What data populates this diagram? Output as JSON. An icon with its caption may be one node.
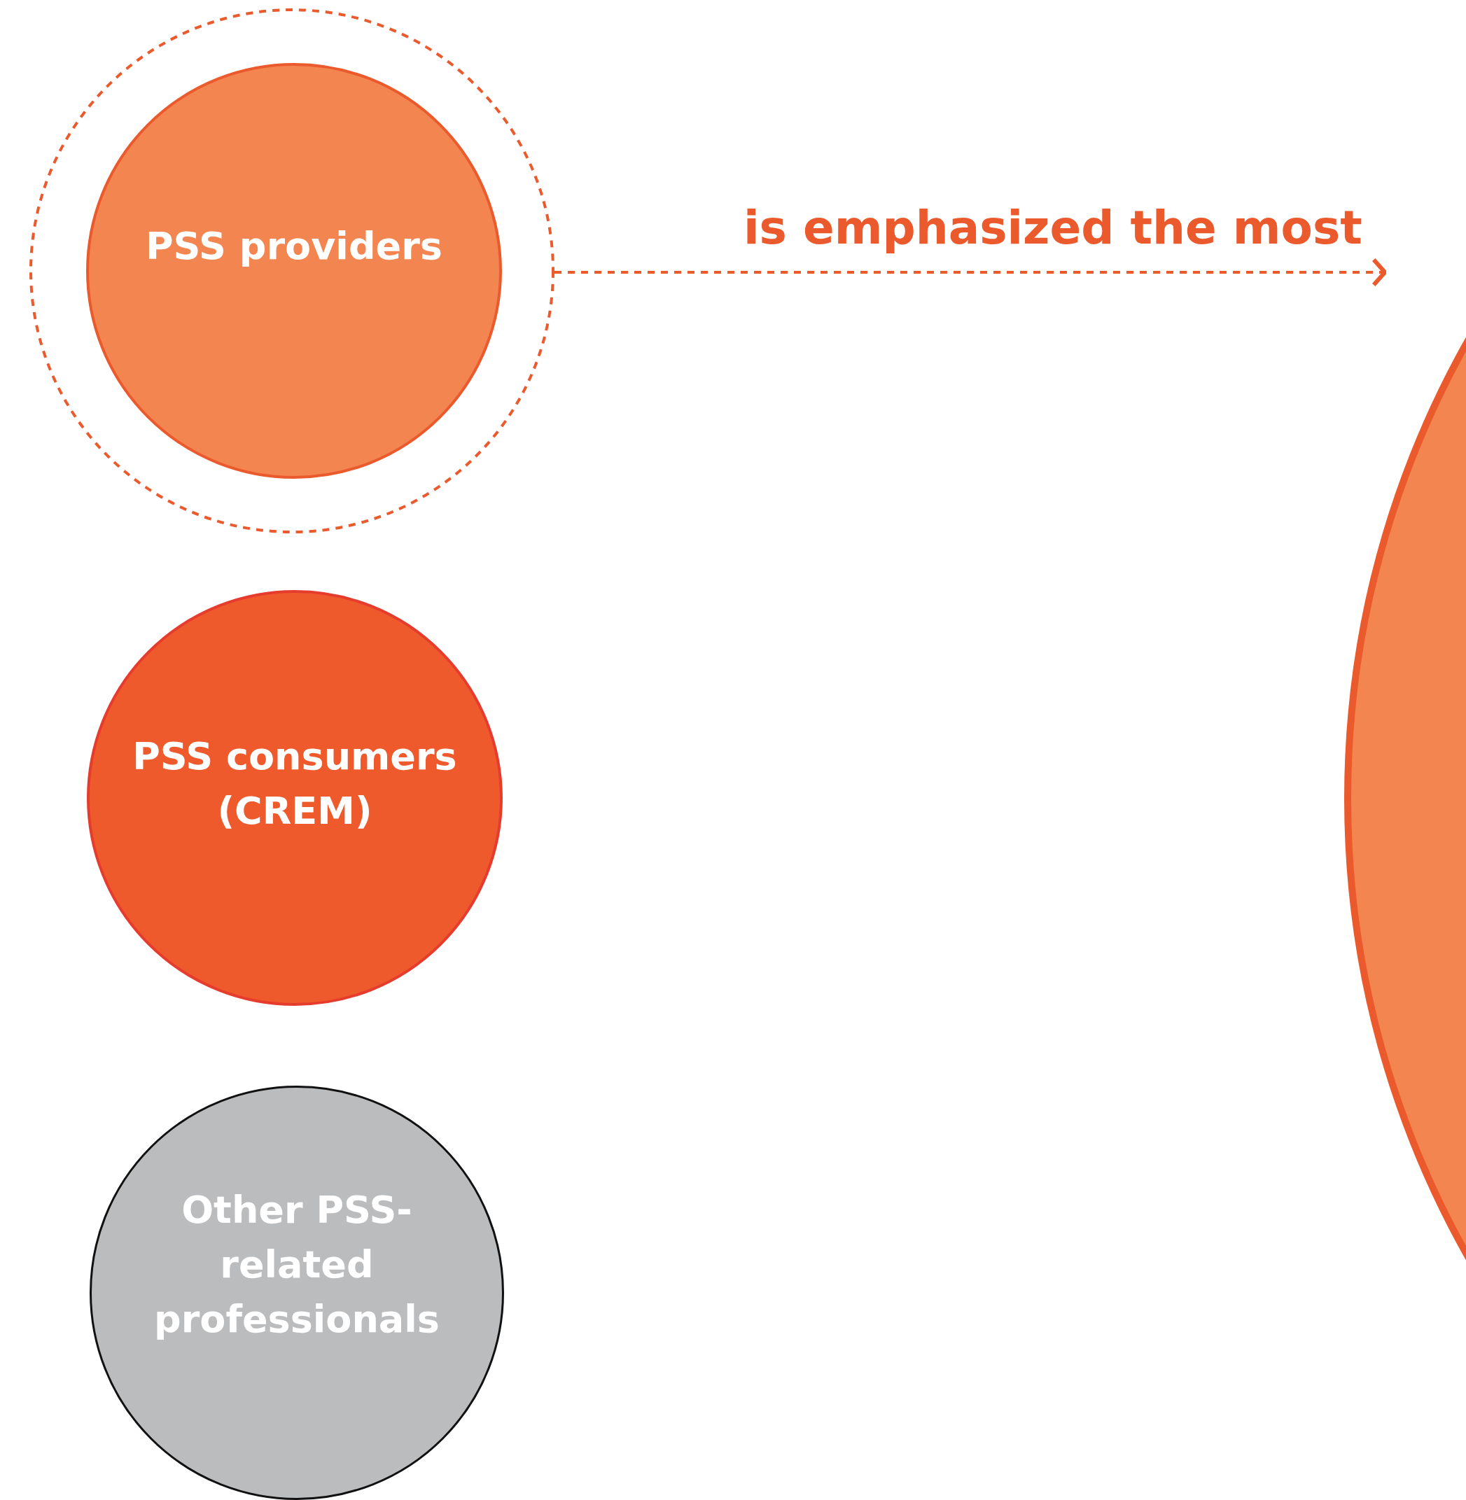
{
  "diagram": {
    "nodes": [
      {
        "text": [],
        "shape": "circle"
      },
      {
        "text": [
          "PSS providers"
        ],
        "in": 0
      },
      {
        "text": [
          "PSS consumers (CREM)"
        ]
      },
      {
        "text": [
          "Other PSS-related professionals"
        ]
      },
      {
        "text": [],
        "shape": "circle"
      }
    ],
    "edges": [
      {
        "from": 0,
        "to": 4,
        "arrow": "to",
        "label": "is emphasized the most",
        "style": "dashed"
      }
    ]
  }
}
